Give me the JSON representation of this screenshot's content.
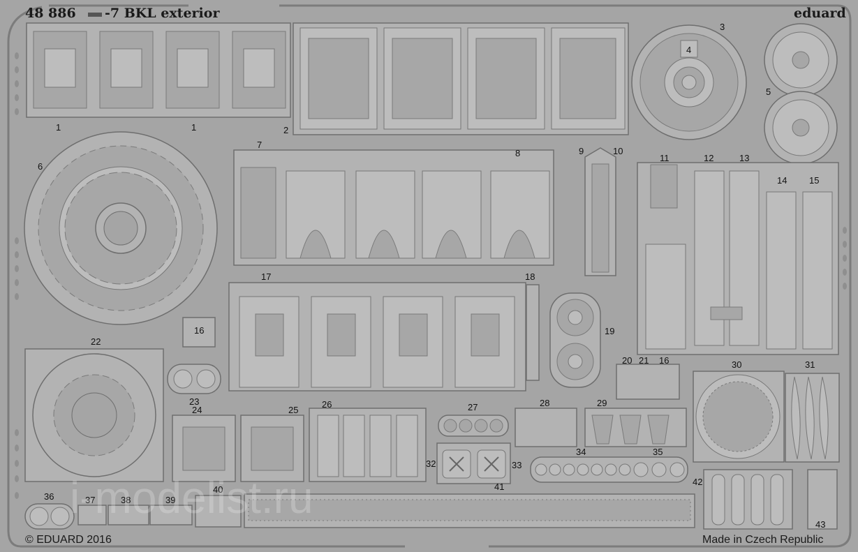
{
  "header": {
    "code": "48 886",
    "title": "-7 BKL exterior",
    "brand": "eduard"
  },
  "footer": {
    "copyright": "© EDUARD 2016",
    "origin": "Made in Czech Republic"
  },
  "watermark": "i-modelist.ru",
  "colors": {
    "fret": "#a5a5a5",
    "part": "#b3b3b3",
    "outline": "#6e6e6e",
    "text": "#1a1a1a"
  },
  "part_numbers": [
    "1",
    "1",
    "2",
    "3",
    "4",
    "5",
    "6",
    "7",
    "8",
    "9",
    "10",
    "11",
    "12",
    "13",
    "14",
    "15",
    "16",
    "17",
    "18",
    "19",
    "20",
    "21",
    "16",
    "22",
    "23",
    "24",
    "25",
    "26",
    "27",
    "28",
    "29",
    "30",
    "31",
    "32",
    "33",
    "34",
    "35",
    "36",
    "37",
    "38",
    "39",
    "40",
    "41",
    "42",
    "43"
  ]
}
